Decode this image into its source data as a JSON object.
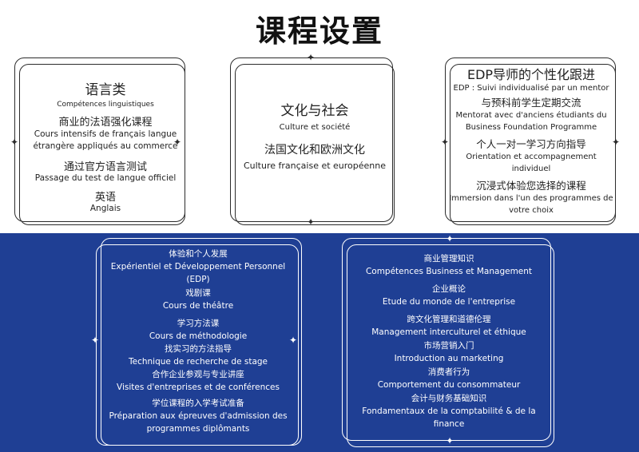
{
  "title": "课程设置",
  "cards": {
    "language": {
      "heading_cn": "语言类",
      "heading_fr": "Compétences linguistiques",
      "items": [
        {
          "cn": "商业的法语强化课程",
          "fr": "Cours intensifs de français langue étrangère appliqués au commerce"
        },
        {
          "cn": "通过官方语言测试",
          "fr": "Passage du test de langue officiel"
        },
        {
          "cn": "英语",
          "fr": "Anglais"
        }
      ]
    },
    "culture": {
      "heading_cn": "文化与社会",
      "heading_fr": "Culture et société",
      "items": [
        {
          "cn": "法国文化和欧洲文化",
          "fr": "Culture française et européenne"
        }
      ]
    },
    "edp": {
      "heading_cn": "EDP导师的个性化跟进",
      "heading_fr": "EDP : Suivi individualisé par un mentor",
      "items": [
        {
          "cn": "与预科前学生定期交流",
          "fr": "Mentorat avec d'anciens étudiants du Business Foundation Programme"
        },
        {
          "cn": "个人一对一学习方向指导",
          "fr": "Orientation et accompagnement individuel"
        },
        {
          "cn": "沉浸式体验您选择的课程",
          "fr": "Immersion dans l'un des programmes de votre choix"
        }
      ]
    },
    "experience": {
      "lines": [
        {
          "cn": "体验和个人发展",
          "fr": "Expérientiel et Développement Personnel (EDP)"
        },
        {
          "cn": "戏剧课",
          "fr": "Cours de théâtre"
        },
        {
          "cn": "学习方法课",
          "fr": "Cours de méthodologie"
        },
        {
          "cn": "找实习的方法指导",
          "fr": "Technique de recherche de stage"
        },
        {
          "cn": "合作企业参观与专业讲座",
          "fr": "Visites d'entreprises et de conférences"
        },
        {
          "cn": "学位课程的入学考试准备",
          "fr": "Préparation aux épreuves d'admission des programmes diplômants"
        }
      ]
    },
    "business": {
      "lines": [
        {
          "cn": "商业管理知识",
          "fr": "Compétences Business et Management"
        },
        {
          "cn": "企业概论",
          "fr": "Etude du monde de l'entreprise"
        },
        {
          "cn": "跨文化管理和道德伦理",
          "fr": "Management interculturel et éthique"
        },
        {
          "cn": "市场营销入门",
          "fr": "Introduction au marketing"
        },
        {
          "cn": "消费者行为",
          "fr": "Comportement du consommateur"
        },
        {
          "cn": "会计与财务基础知识",
          "fr": "Fondamentaux de la comptabilité & de la finance"
        }
      ]
    }
  }
}
